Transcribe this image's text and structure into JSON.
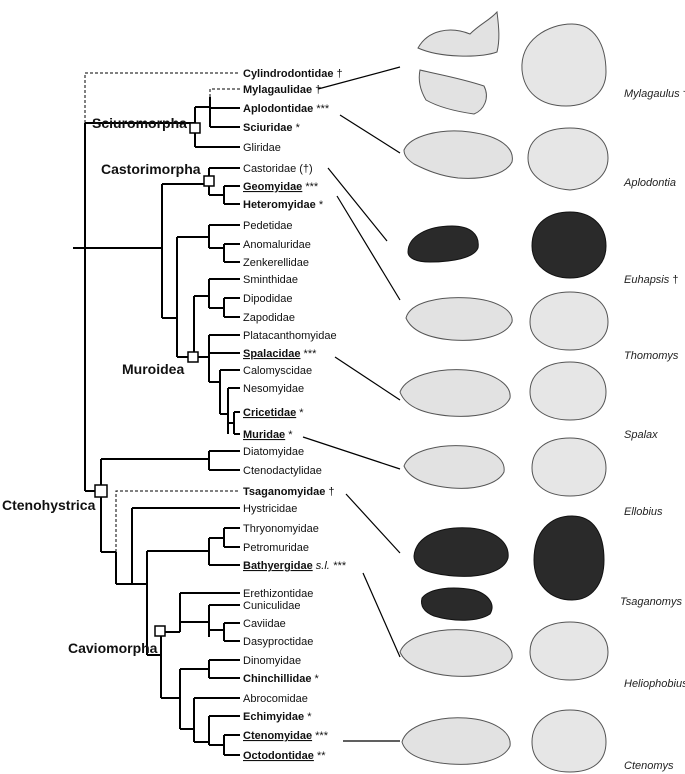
{
  "clades": {
    "sciuromorpha": "Sciuromorpha",
    "castorimorpha": "Castorimorpha",
    "muroidea": "Muroidea",
    "ctenohystrica": "Ctenohystrica",
    "caviomorpha": "Caviomorpha"
  },
  "taxa": [
    {
      "name": "Cylindrodontidae",
      "suffix": " †",
      "bold": true,
      "underline": false
    },
    {
      "name": "Mylagaulidae",
      "suffix": " †",
      "bold": true,
      "underline": false
    },
    {
      "name": "Aplodontidae",
      "suffix": " ***",
      "bold": true,
      "underline": false
    },
    {
      "name": "Sciuridae",
      "suffix": " *",
      "bold": true,
      "underline": false
    },
    {
      "name": "Gliridae",
      "suffix": "",
      "bold": false,
      "underline": false
    },
    {
      "name": "Castoridae",
      "suffix": " (†)",
      "bold": false,
      "underline": false
    },
    {
      "name": "Geomyidae",
      "suffix": " ***",
      "bold": true,
      "underline": true
    },
    {
      "name": "Heteromyidae",
      "suffix": " *",
      "bold": true,
      "underline": false
    },
    {
      "name": "Pedetidae",
      "suffix": "",
      "bold": false,
      "underline": false
    },
    {
      "name": "Anomaluridae",
      "suffix": "",
      "bold": false,
      "underline": false
    },
    {
      "name": "Zenkerellidae",
      "suffix": "",
      "bold": false,
      "underline": false
    },
    {
      "name": "Sminthidae",
      "suffix": "",
      "bold": false,
      "underline": false
    },
    {
      "name": "Dipodidae",
      "suffix": "",
      "bold": false,
      "underline": false
    },
    {
      "name": "Zapodidae",
      "suffix": "",
      "bold": false,
      "underline": false
    },
    {
      "name": "Platacanthomyidae",
      "suffix": "",
      "bold": false,
      "underline": false
    },
    {
      "name": "Spalacidae",
      "suffix": " ***",
      "bold": true,
      "underline": true
    },
    {
      "name": "Calomyscidae",
      "suffix": "",
      "bold": false,
      "underline": false
    },
    {
      "name": "Nesomyidae",
      "suffix": "",
      "bold": false,
      "underline": false
    },
    {
      "name": "Cricetidae",
      "suffix": " *",
      "bold": true,
      "underline": true
    },
    {
      "name": "Muridae",
      "suffix": " *",
      "bold": true,
      "underline": true
    },
    {
      "name": "Diatomyidae",
      "suffix": "",
      "bold": false,
      "underline": false
    },
    {
      "name": "Ctenodactylidae",
      "suffix": "",
      "bold": false,
      "underline": false
    },
    {
      "name": "Tsaganomyidae",
      "suffix": " †",
      "bold": true,
      "underline": false
    },
    {
      "name": "Hystricidae",
      "suffix": "",
      "bold": false,
      "underline": false
    },
    {
      "name": "Thryonomyidae",
      "suffix": "",
      "bold": false,
      "underline": false
    },
    {
      "name": "Petromuridae",
      "suffix": "",
      "bold": false,
      "underline": false
    },
    {
      "name": "Bathyergidae",
      "suffix": " s.l. ***",
      "bold": true,
      "underline": true
    },
    {
      "name": "Erethizontidae",
      "suffix": "",
      "bold": false,
      "underline": false
    },
    {
      "name": "Cuniculidae",
      "suffix": "",
      "bold": false,
      "underline": false
    },
    {
      "name": "Caviidae",
      "suffix": "",
      "bold": false,
      "underline": false
    },
    {
      "name": "Dasyproctidae",
      "suffix": "",
      "bold": false,
      "underline": false
    },
    {
      "name": "Dinomyidae",
      "suffix": "",
      "bold": false,
      "underline": false
    },
    {
      "name": "Chinchillidae",
      "suffix": " *",
      "bold": true,
      "underline": false
    },
    {
      "name": "Abrocomidae",
      "suffix": "",
      "bold": false,
      "underline": false
    },
    {
      "name": "Echimyidae",
      "suffix": " *",
      "bold": true,
      "underline": false
    },
    {
      "name": "Ctenomyidae",
      "suffix": " ***",
      "bold": true,
      "underline": true
    },
    {
      "name": "Octodontidae",
      "suffix": " **",
      "bold": true,
      "underline": true
    }
  ],
  "genera": [
    {
      "name": "Mylagaulus",
      "suffix": " †"
    },
    {
      "name": "Aplodontia",
      "suffix": ""
    },
    {
      "name": "Euhapsis",
      "suffix": " †"
    },
    {
      "name": "Thomomys",
      "suffix": ""
    },
    {
      "name": "Spalax",
      "suffix": ""
    },
    {
      "name": "Ellobius",
      "suffix": ""
    },
    {
      "name": "Tsaganomys",
      "suffix": " †"
    },
    {
      "name": "Heliophobius",
      "suffix": ""
    },
    {
      "name": "Ctenomys",
      "suffix": ""
    }
  ]
}
